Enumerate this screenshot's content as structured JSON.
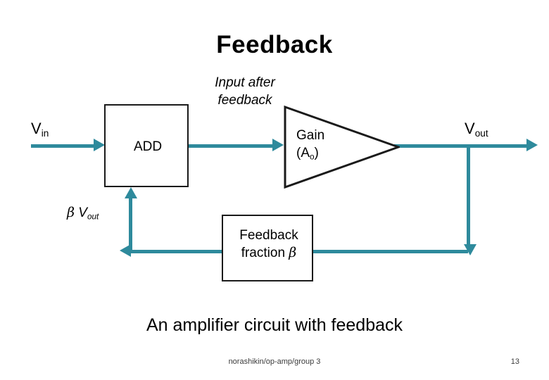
{
  "slide": {
    "title": "Feedback",
    "caption": "An amplifier circuit with feedback",
    "footer_center": "norashikin/op-amp/group 3",
    "footer_page": "13"
  },
  "labels": {
    "input_after_feedback": "Input after feedback",
    "vin": "V",
    "vin_sub": "in",
    "vout": "V",
    "vout_sub": "out",
    "beta_vout": "V",
    "beta_vout_sub": "out",
    "beta_symbol": "β"
  },
  "blocks": {
    "add": "ADD",
    "amplifier_line1": "Gain",
    "amplifier_line2": "(A",
    "amplifier_line2_sub": "o",
    "amplifier_line2_end": ")",
    "feedback_line1": "Feedback",
    "feedback_line2": "fraction ",
    "feedback_line2_beta": "β"
  },
  "colors": {
    "wire": "#2e8a9c",
    "box_border": "#1a1a1a",
    "text": "#000000",
    "footer_text": "#3b3b3b"
  }
}
